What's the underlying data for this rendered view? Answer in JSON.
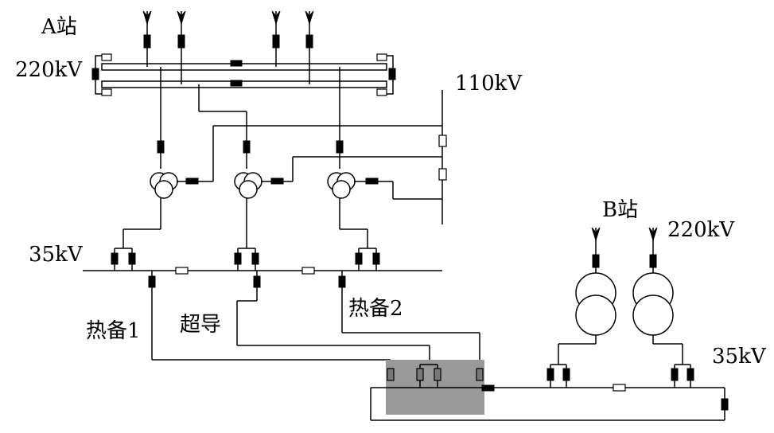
{
  "labels": {
    "station_a": "A站",
    "station_b": "B站",
    "a_220kv": "220kV",
    "a_110kv": "110kV",
    "a_35kv": "35kV",
    "b_220kv": "220kV",
    "b_35kv": "35kV",
    "hot_standby_1": "热备1",
    "superconducting": "超导",
    "hot_standby_2": "热备2"
  },
  "colors": {
    "line": "#000000",
    "highlight": "#999999",
    "background": "#ffffff"
  }
}
